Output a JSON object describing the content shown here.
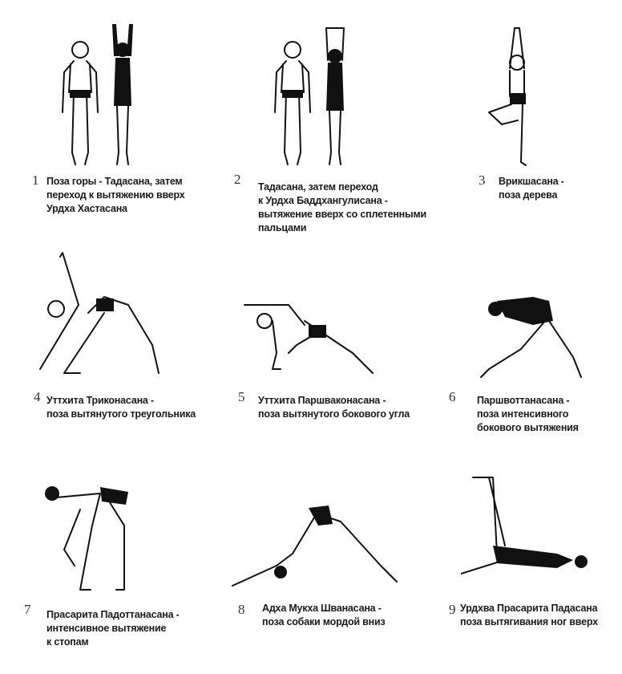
{
  "poses": [
    {
      "number": "1",
      "lines": [
        "Поза горы - Тадасана, затем",
        "переход к вытяжению вверх",
        "Урдха Хастасана"
      ]
    },
    {
      "number": "2",
      "lines": [
        "Тадасана, затем переход",
        "к Урдха Баддхангулисана -",
        "вытяжение вверх со сплетенными",
        "пальцами"
      ]
    },
    {
      "number": "3",
      "lines": [
        "Врикшасана -",
        "поза дерева"
      ]
    },
    {
      "number": "4",
      "lines": [
        "Уттхита Триконасана -",
        "поза вытянутого треугольника"
      ]
    },
    {
      "number": "5",
      "lines": [
        "Уттхита Паршваконасана -",
        "поза вытянутого бокового угла"
      ]
    },
    {
      "number": "6",
      "lines": [
        "Паршвоттанасана -",
        "поза интенсивного",
        "бокового вытяжения"
      ]
    },
    {
      "number": "7",
      "lines": [
        "Прасарита Падоттанасана -",
        "интенсивное вытяжение",
        "к стопам"
      ]
    },
    {
      "number": "8",
      "lines": [
        "Адха Мукха Шванасана -",
        "поза собаки мордой вниз"
      ]
    },
    {
      "number": "9",
      "lines": [
        "Урдхва Прасарита Падасана",
        "поза вытягивания ног вверх"
      ]
    }
  ]
}
